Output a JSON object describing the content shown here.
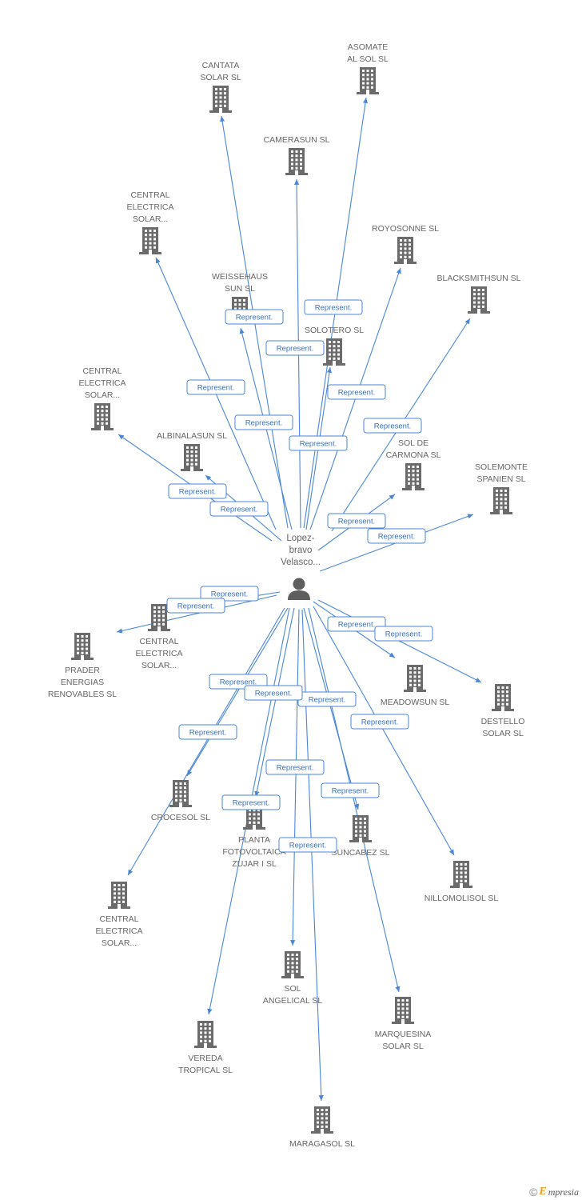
{
  "center": {
    "lines": [
      "Lopez-",
      "bravo",
      "Velasco..."
    ]
  },
  "edge_label": "Represent.",
  "colors": {
    "edge": "#4a86d8",
    "icon": "#6b6b6b",
    "text": "#666666"
  },
  "companies": [
    {
      "id": "asomate",
      "lines": [
        "ASOMATE",
        "AL SOL SL"
      ]
    },
    {
      "id": "cantata",
      "lines": [
        "CANTATA",
        "SOLAR SL"
      ]
    },
    {
      "id": "camerasun",
      "lines": [
        "CAMERASUN SL"
      ]
    },
    {
      "id": "central1",
      "lines": [
        "CENTRAL",
        "ELECTRICA",
        "SOLAR..."
      ]
    },
    {
      "id": "royosonne",
      "lines": [
        "ROYOSONNE SL"
      ]
    },
    {
      "id": "blacksmithsun",
      "lines": [
        "BLACKSMITHSUN SL"
      ]
    },
    {
      "id": "weissehaus",
      "lines": [
        "WEISSEHAUS",
        "SUN SL"
      ]
    },
    {
      "id": "solotero",
      "lines": [
        "SOLOTERO SL"
      ]
    },
    {
      "id": "central2",
      "lines": [
        "CENTRAL",
        "ELECTRICA",
        "SOLAR..."
      ]
    },
    {
      "id": "albinalasun",
      "lines": [
        "ALBINALASUN SL"
      ]
    },
    {
      "id": "soldecarmona",
      "lines": [
        "SOL DE",
        "CARMONA SL"
      ]
    },
    {
      "id": "solemonte",
      "lines": [
        "SOLEMONTE",
        "SPANIEN SL"
      ]
    },
    {
      "id": "central3",
      "lines": [
        "CENTRAL",
        "ELECTRICA",
        "SOLAR..."
      ]
    },
    {
      "id": "prader",
      "lines": [
        "PRADER",
        "ENERGIAS",
        "RENOVABLES SL"
      ]
    },
    {
      "id": "meadowsun",
      "lines": [
        "MEADOWSUN SL"
      ]
    },
    {
      "id": "destello",
      "lines": [
        "DESTELLO",
        "SOLAR SL"
      ]
    },
    {
      "id": "crocesol",
      "lines": [
        "CROCESOL SL"
      ]
    },
    {
      "id": "planta",
      "lines": [
        "PLANTA",
        "FOTOVOLTAICA",
        "ZUJAR I SL"
      ]
    },
    {
      "id": "suncabez",
      "lines": [
        "SUNCABEZ SL"
      ]
    },
    {
      "id": "nillomolisol",
      "lines": [
        "NILLOMOLISOL SL"
      ]
    },
    {
      "id": "central4",
      "lines": [
        "CENTRAL",
        "ELECTRICA",
        "SOLAR..."
      ]
    },
    {
      "id": "solangelical",
      "lines": [
        "SOL",
        "ANGELICAL SL"
      ]
    },
    {
      "id": "marquesina",
      "lines": [
        "MARQUESINA",
        "SOLAR SL"
      ]
    },
    {
      "id": "vereda",
      "lines": [
        "VEREDA",
        "TROPICAL SL"
      ]
    },
    {
      "id": "maragasol",
      "lines": [
        "MARAGASOL SL"
      ]
    }
  ],
  "watermark": {
    "copyright": "©",
    "brand_initial": "E",
    "brand_rest": "mpresia"
  }
}
